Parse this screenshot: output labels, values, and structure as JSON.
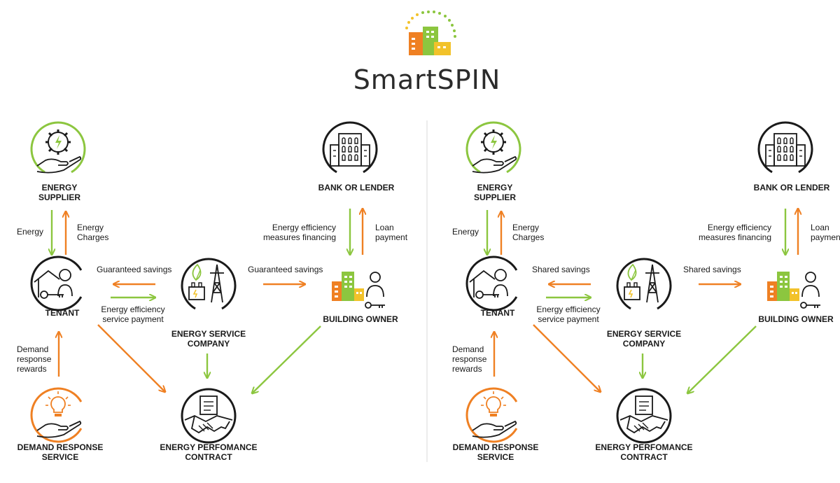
{
  "brand": {
    "name": "SmartSPIN"
  },
  "colors": {
    "green": "#8cc63f",
    "orange": "#ef8023",
    "dark": "#1a1a1a",
    "yellow": "#f2c22a"
  },
  "left": {
    "nodes": {
      "energy_supplier": [
        "ENERGY",
        "SUPPLIER"
      ],
      "bank": [
        "BANK OR LENDER"
      ],
      "tenant": [
        "TENANT"
      ],
      "esco": [
        "ENERGY SERVICE",
        "COMPANY"
      ],
      "building_owner": [
        "BUILDING OWNER"
      ],
      "demand_response": [
        "DEMAND RESPONSE",
        "SERVICE"
      ],
      "epc": [
        "ENERGY PERFOMANCE",
        "CONTRACT"
      ]
    },
    "edges": {
      "energy": [
        "Energy"
      ],
      "energy_charges": [
        "Energy",
        "Charges"
      ],
      "ee_financing": [
        "Energy efficiency",
        "measures financing"
      ],
      "loan_payment": [
        "Loan",
        "payment"
      ],
      "tenant_savings": [
        "Guaranteed savings"
      ],
      "owner_savings": [
        "Guaranteed savings"
      ],
      "ee_service_payment": [
        "Energy efficiency",
        "service payment"
      ],
      "dr_rewards": [
        "Demand",
        "response",
        "rewards"
      ]
    }
  },
  "right": {
    "nodes": {
      "energy_supplier": [
        "ENERGY",
        "SUPPLIER"
      ],
      "bank": [
        "BANK OR LENDER"
      ],
      "tenant": [
        "TENANT"
      ],
      "esco": [
        "ENERGY SERVICE",
        "COMPANY"
      ],
      "building_owner": [
        "BUILDING OWNER"
      ],
      "demand_response": [
        "DEMAND RESPONSE",
        "SERVICE"
      ],
      "epc": [
        "ENERGY PERFOMANCE",
        "CONTRACT"
      ]
    },
    "edges": {
      "energy": [
        "Energy"
      ],
      "energy_charges": [
        "Energy",
        "Charges"
      ],
      "ee_financing": [
        "Energy efficiency",
        "measures financing"
      ],
      "loan_payment": [
        "Loan",
        "payment"
      ],
      "tenant_savings": [
        "Shared savings"
      ],
      "owner_savings": [
        "Shared savings"
      ],
      "ee_service_payment": [
        "Energy efficiency",
        "service payment"
      ],
      "dr_rewards": [
        "Demand",
        "response",
        "rewards"
      ]
    }
  }
}
